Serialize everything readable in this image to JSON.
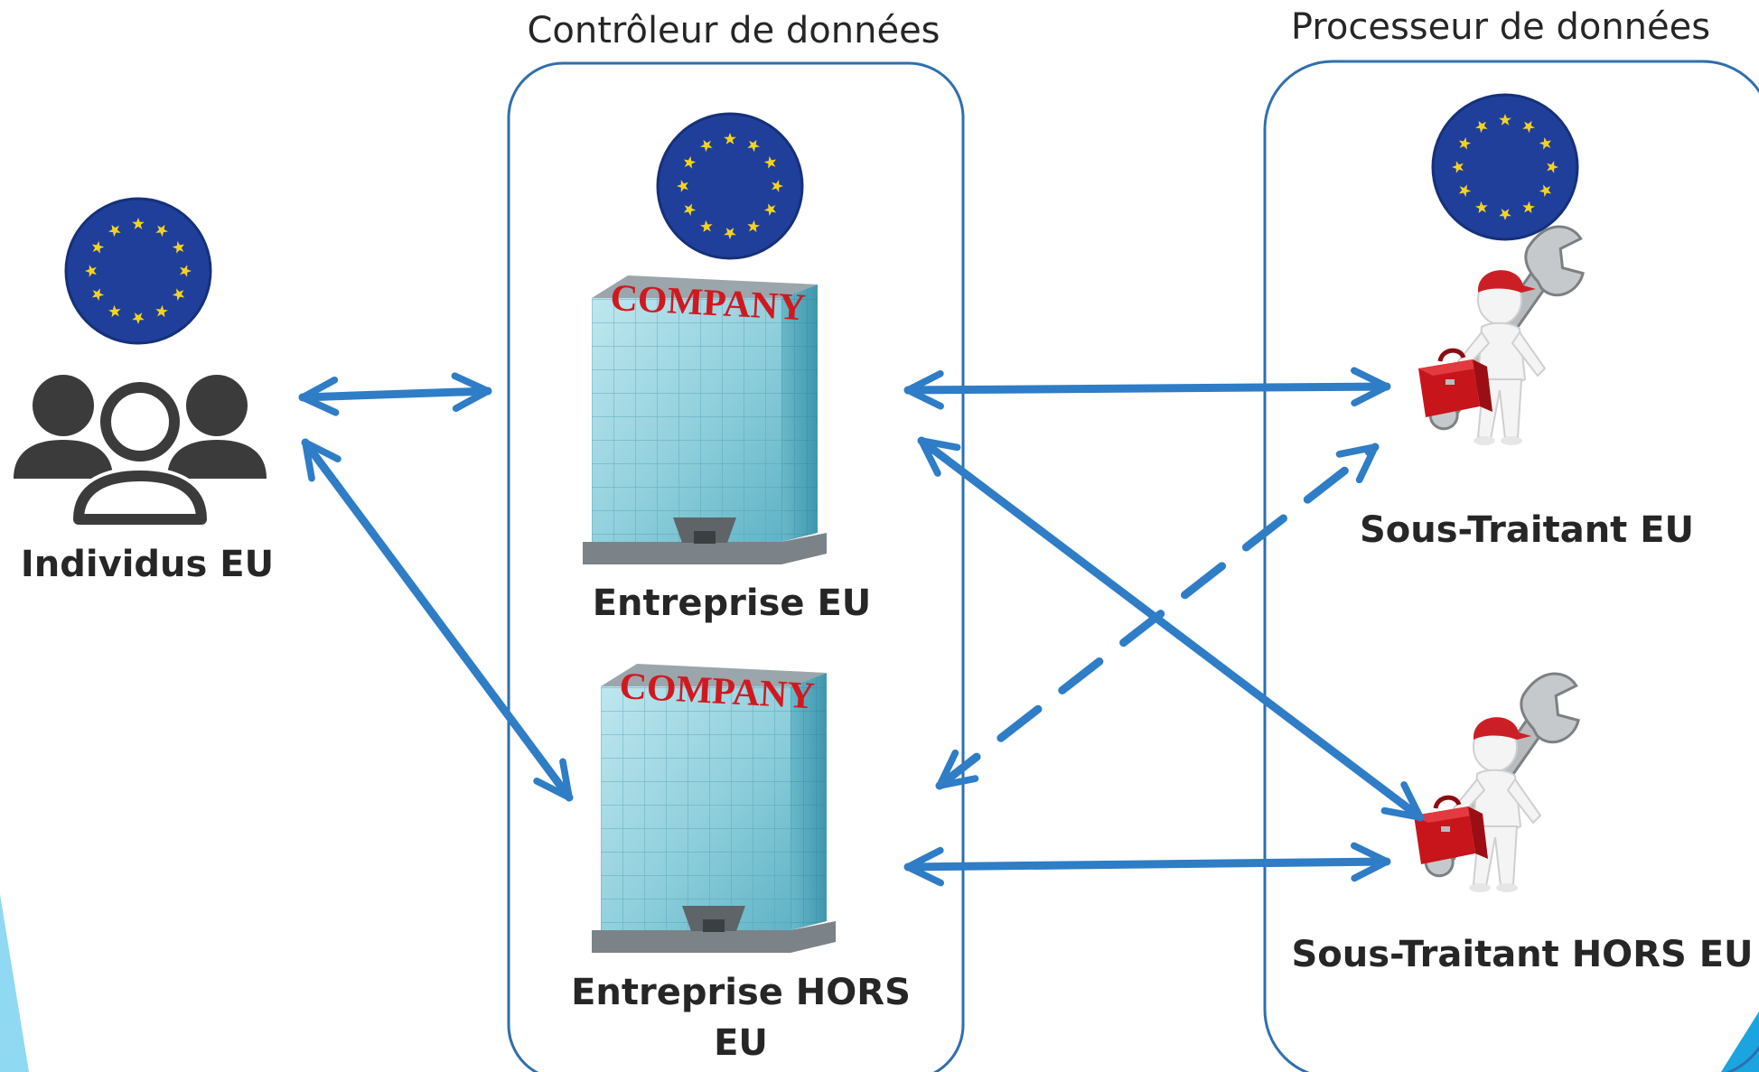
{
  "headers": {
    "controller": "Contrôleur de données",
    "processor": "Processeur de données"
  },
  "nodes": {
    "individuals": "Individus EU",
    "company_eu": "Entreprise EU",
    "company_non_eu_line1": "Entreprise HORS",
    "company_non_eu_line2": "EU",
    "subcontractor_eu": "Sous-Traitant EU",
    "subcontractor_non_eu": "Sous-Traitant HORS EU"
  },
  "building_sign": "COMPANY",
  "icons": [
    "eu-flag-icon",
    "people-group-icon",
    "company-building-icon",
    "worker-toolbox-wrench-icon"
  ],
  "colors": {
    "arrow": "#2e7dc6",
    "frame": "#2f6fae",
    "eu_blue": "#1f3f9a",
    "eu_star": "#f5d21f",
    "people": "#3b3b3b",
    "sign_red": "#d0191f",
    "accent_cyan": "#7fd3f0"
  }
}
